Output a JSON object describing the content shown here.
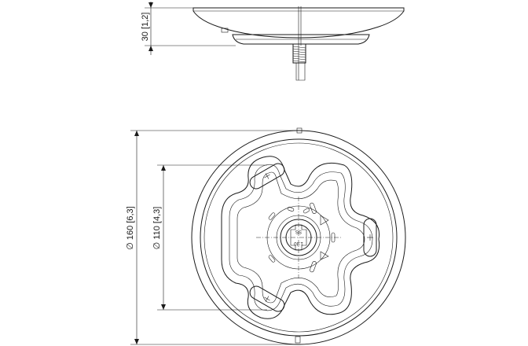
{
  "dimensions": {
    "height_label": "30 [1,2]",
    "outer_diameter_label": "∅ 160 [6,3]",
    "inner_diameter_label": "∅ 110 [4,3]"
  },
  "center_markings": {
    "top": "SS",
    "bottom": "1:30"
  }
}
